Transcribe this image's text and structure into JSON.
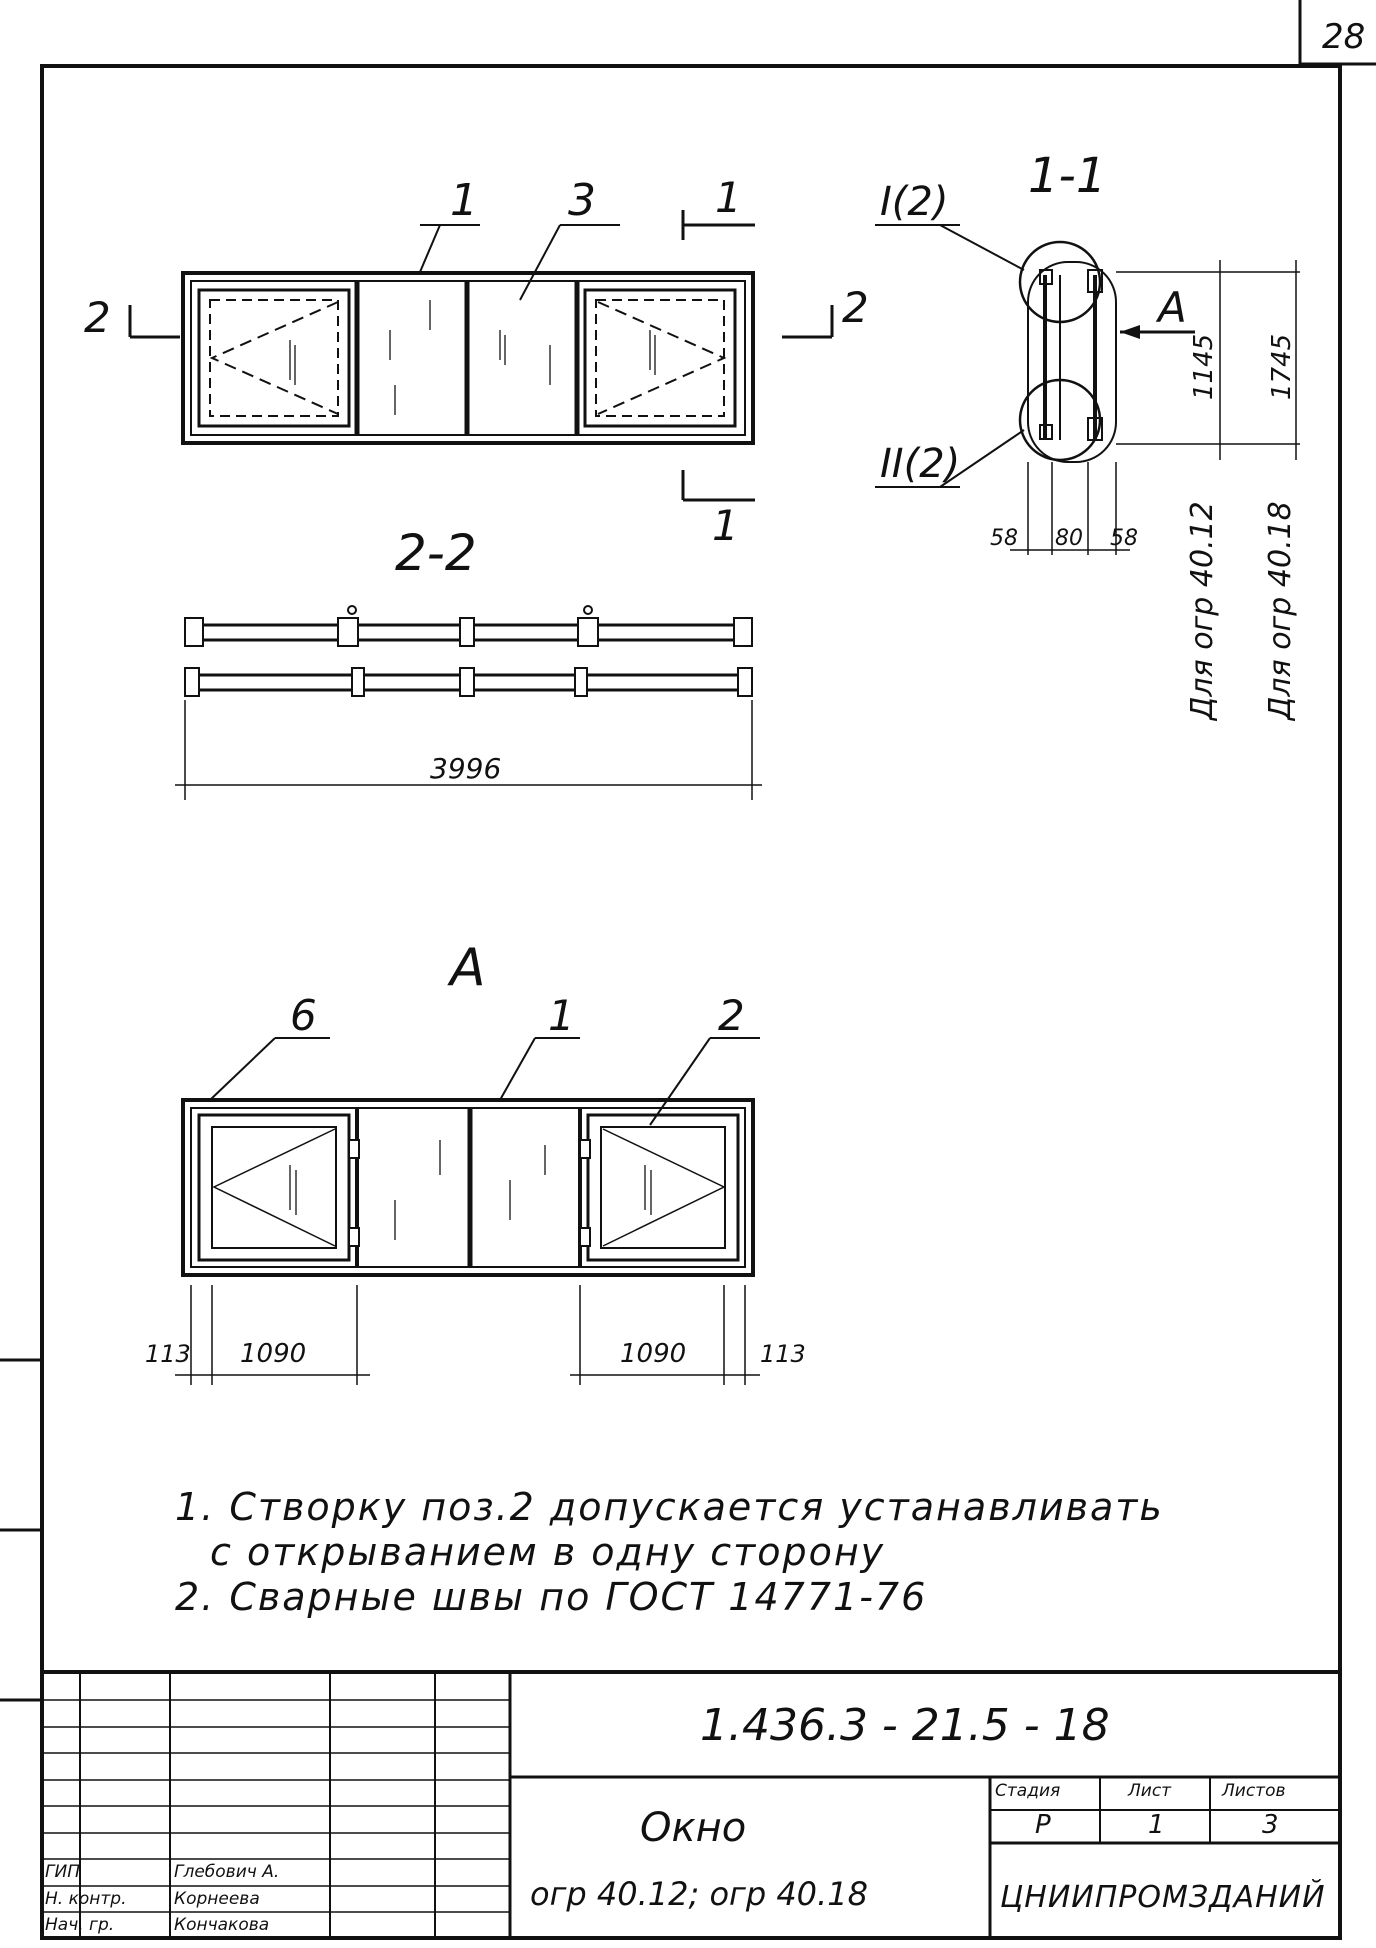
{
  "sheet_number": "28",
  "views": {
    "section_1_1": "1-1",
    "section_2_2": "2-2",
    "view_a": "A"
  },
  "section_marks": {
    "cut_1": "1",
    "cut_2": "2"
  },
  "callouts": {
    "main": [
      "1",
      "3"
    ],
    "view_a": [
      "6",
      "1",
      "2"
    ],
    "node_1": "I(2)",
    "node_2": "II(2)",
    "view_ref": "A"
  },
  "dimensions": {
    "overall_width": "3996",
    "height_small": "1145",
    "height_large": "1745",
    "frame_58_left": "58",
    "frame_80": "80",
    "frame_58_right": "58",
    "sash_left": "1090",
    "sash_right": "1090",
    "edge_left": "113",
    "edge_right": "113"
  },
  "variant_labels": {
    "ogr_40_12": "Для огр 40.12",
    "ogr_40_18": "Для огр 40.18"
  },
  "notes": [
    "1. Створку поз.2 допускается устанавливать",
    "с открыванием в одну сторону",
    "2. Сварные швы по ГОСТ 14771-76"
  ],
  "title_block": {
    "document_code": "1.436.3 - 21.5 - 18",
    "product_name": "Окно",
    "product_marks": "огр 40.12;  огр 40.18",
    "stage_header": "Стадия",
    "sheet_header": "Лист",
    "sheets_header": "Листов",
    "stage_value": "Р",
    "sheet_value": "1",
    "sheets_value": "3",
    "organization": "ЦНИИПРОМЗДАНИЙ",
    "roles": [
      {
        "role": "ГИП",
        "name": "Глебович А."
      },
      {
        "role": "Н. контр.",
        "name": "Корнеева"
      },
      {
        "role": "Нач. гр.",
        "name": "Кончакова"
      }
    ]
  }
}
